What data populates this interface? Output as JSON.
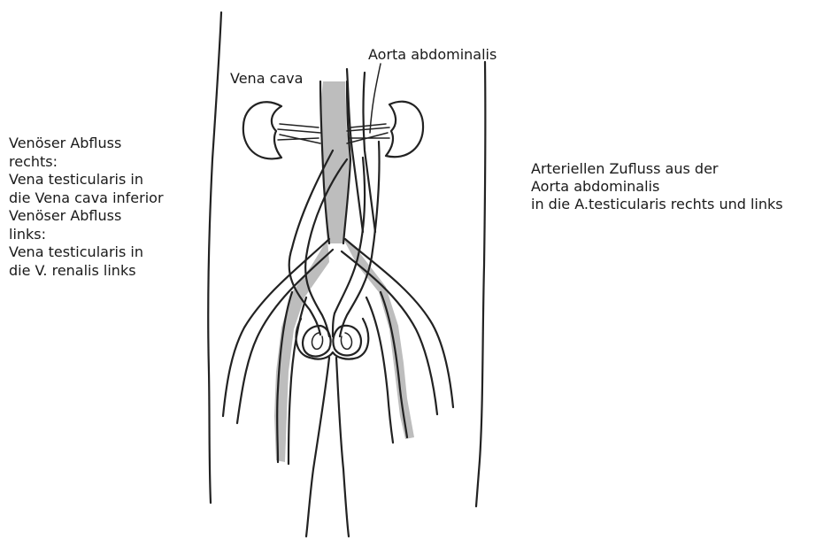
{
  "labels": {
    "vena_cava": "Vena cava",
    "aorta_abdominalis": "Aorta abdominalis"
  },
  "left_note": {
    "lines": [
      "Venöser Abfluss",
      "rechts:",
      "Vena testicularis in",
      "die Vena cava inferior",
      "Venöser Abfluss",
      "links:",
      "Vena testicularis in",
      "die V. renalis links"
    ]
  },
  "right_note": {
    "lines": [
      "Arteriellen Zufluss aus der",
      "Aorta abdominalis",
      "in die  A.testicularis rechts und links"
    ]
  },
  "colors": {
    "ink": "#222222",
    "vein_shade": "#bdbdbd",
    "background": "#ffffff"
  }
}
